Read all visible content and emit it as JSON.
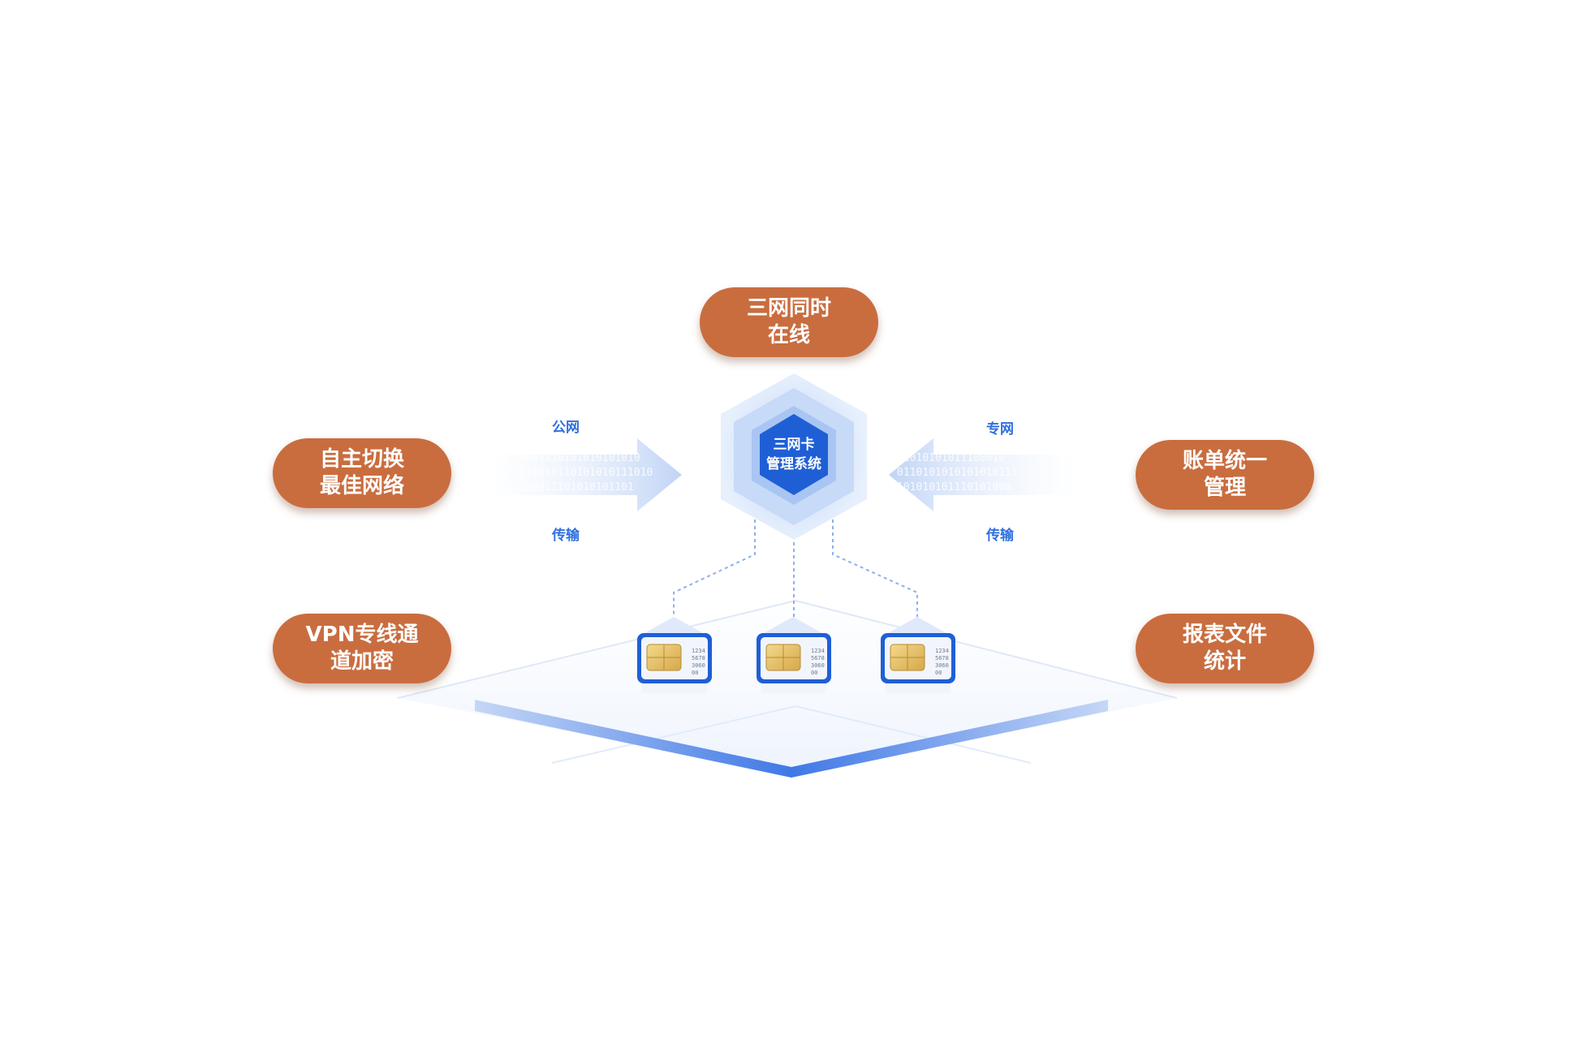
{
  "hub": {
    "line1": "三网卡",
    "line2": "管理系统"
  },
  "features": {
    "top": {
      "line1": "三网同时",
      "line2": "在线"
    },
    "left_top": {
      "line1": "自主切换",
      "line2": "最佳网络"
    },
    "left_bottom": {
      "line1": "VPN专线通",
      "line2": "道加密"
    },
    "right_top": {
      "line1": "账单统一",
      "line2": "管理"
    },
    "right_bottom": {
      "line1": "报表文件",
      "line2": "统计"
    }
  },
  "flows": {
    "left": {
      "top_label": "公网",
      "bottom_label": "传输",
      "bits": "0001110101010101 1100101101010101110100 0000111010101011010"
    },
    "right": {
      "top_label": "专网",
      "bottom_label": "传输",
      "bits": "0101010101110001 0110101010101010111000 1010101011101010000"
    }
  },
  "sim_cards": [
    {
      "digits": "1234 5678 3060 00"
    },
    {
      "digits": "1234 5678 3060 00"
    },
    {
      "digits": "1234 5678 3060 00"
    }
  ],
  "colors": {
    "pill": "#c96d3f",
    "accent_blue": "#2f6fe0",
    "hub_core": "#1f5fd6",
    "hex_light": "#d8e6fb"
  }
}
